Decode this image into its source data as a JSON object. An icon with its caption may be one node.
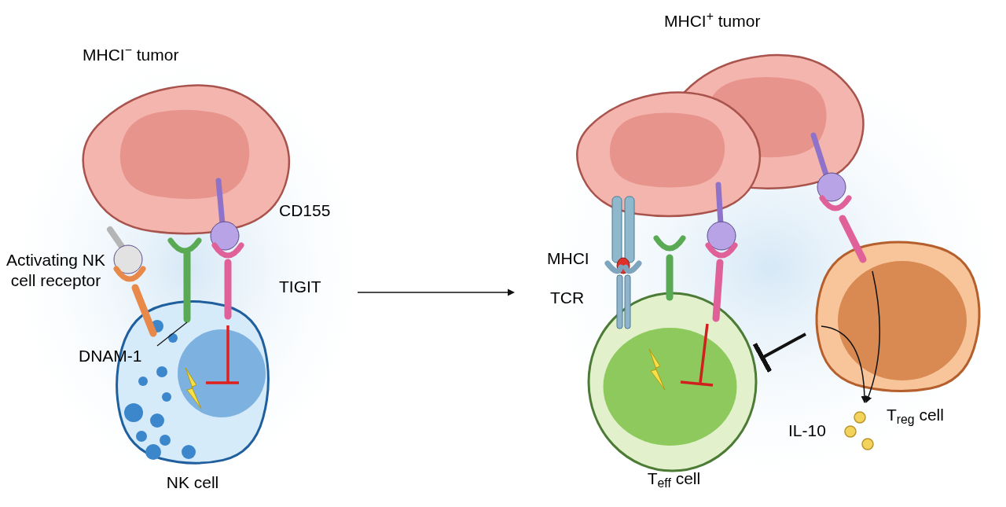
{
  "diagram": {
    "nodes": [
      {
        "text": [
          "MHCI$^{−}$ tumor"
        ]
      },
      {
        "text": [
          "NK cell"
        ]
      },
      {
        "text": [
          "DNAM-1"
        ]
      },
      {
        "text": [],
        "shape": "picture"
      },
      {
        "text": [],
        "shape": "picture"
      },
      {
        "text": [
          "MHCI$^{+}$ tumor"
        ]
      },
      {
        "text": [
          "T$_{eff}$ cell"
        ]
      },
      {
        "text": [
          "T$_{reg}$ cell"
        ]
      },
      {
        "text": [
          "IL-10"
        ]
      }
    ],
    "edges": [
      {
        "from": 2,
        "to": 3,
        "arrow": "none"
      },
      {
        "from": 7,
        "to": 6,
        "arrow": "other",
        "style": "thick"
      },
      {
        "from": 7,
        "to": 8,
        "arrow": "to"
      },
      {
        "from": 7,
        "to": 8,
        "arrow": "to"
      }
    ],
    "labels": [
      "Activating NK cell receptor",
      "CD155",
      "TIGIT",
      "MHCI",
      "TCR"
    ]
  }
}
